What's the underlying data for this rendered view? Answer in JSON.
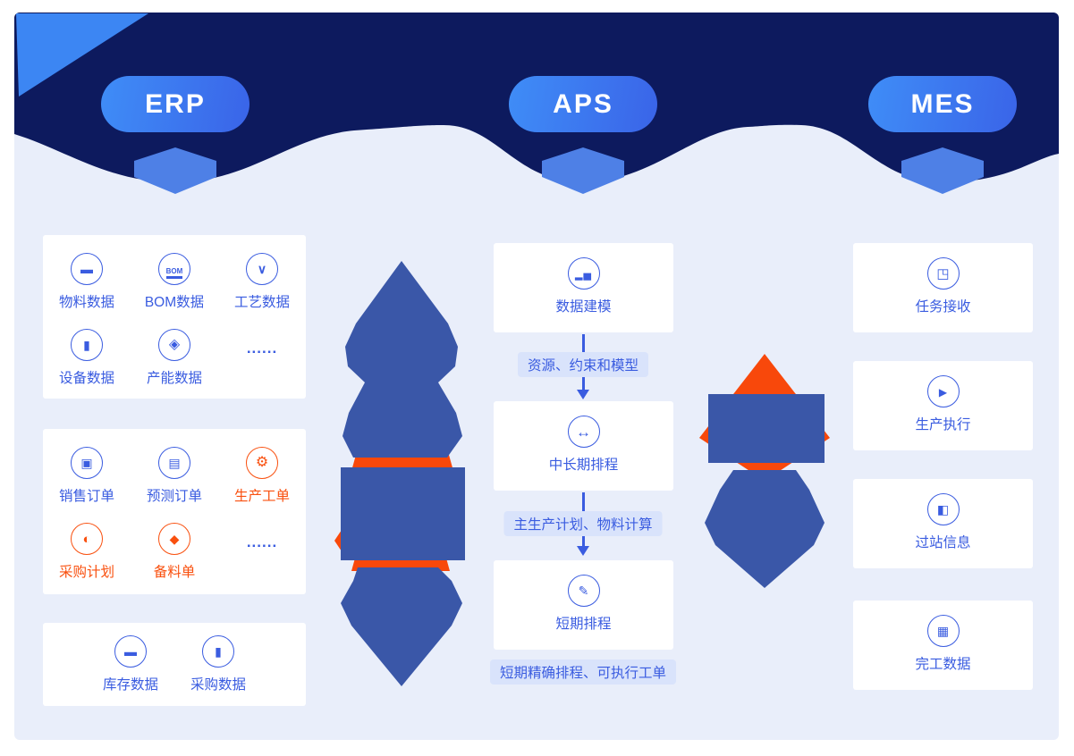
{
  "header": {
    "pills": [
      {
        "label": "ERP"
      },
      {
        "label": "APS"
      },
      {
        "label": "MES"
      }
    ]
  },
  "erp": {
    "cards": [
      {
        "items": [
          {
            "label": "物料数据",
            "icon": "material-data-icon",
            "color": "blue"
          },
          {
            "label": "BOM数据",
            "icon": "bom-data-icon",
            "color": "blue"
          },
          {
            "label": "工艺数据",
            "icon": "process-data-icon",
            "color": "blue"
          },
          {
            "label": "设备数据",
            "icon": "equipment-data-icon",
            "color": "blue"
          },
          {
            "label": "产能数据",
            "icon": "capacity-data-icon",
            "color": "blue"
          },
          {
            "label": "......",
            "icon": "ellipsis",
            "color": "blue"
          }
        ]
      },
      {
        "items": [
          {
            "label": "销售订单",
            "icon": "sales-order-icon",
            "color": "blue"
          },
          {
            "label": "预测订单",
            "icon": "forecast-order-icon",
            "color": "blue"
          },
          {
            "label": "生产工单",
            "icon": "production-workorder-icon",
            "color": "orange"
          },
          {
            "label": "采购计划",
            "icon": "purchase-plan-icon",
            "color": "orange"
          },
          {
            "label": "备料单",
            "icon": "material-prep-icon",
            "color": "orange"
          },
          {
            "label": "......",
            "icon": "ellipsis",
            "color": "blue"
          }
        ]
      },
      {
        "items": [
          {
            "label": "库存数据",
            "icon": "inventory-data-icon",
            "color": "blue"
          },
          {
            "label": "采购数据",
            "icon": "procurement-data-icon",
            "color": "blue"
          }
        ]
      }
    ]
  },
  "aps": {
    "steps": [
      {
        "label": "数据建模",
        "icon": "data-modeling-icon"
      },
      {
        "label": "中长期排程",
        "icon": "midterm-scheduling-icon"
      },
      {
        "label": "短期排程",
        "icon": "shortterm-scheduling-icon"
      }
    ],
    "flow_labels": [
      "资源、约束和模型",
      "主生产计划、物料计算",
      "短期精确排程、可执行工单"
    ]
  },
  "mes": {
    "steps": [
      {
        "label": "任务接收",
        "icon": "task-receive-icon"
      },
      {
        "label": "生产执行",
        "icon": "production-exec-icon"
      },
      {
        "label": "过站信息",
        "icon": "station-info-icon"
      },
      {
        "label": "完工数据",
        "icon": "completion-data-icon"
      }
    ]
  },
  "colors": {
    "panel_bg": "#E9EEFA",
    "header_navy": "#0D1A5E",
    "header_triangle_blue": "#3C86F3",
    "pill_gradient_start": "#3F8DF7",
    "pill_gradient_end": "#3A64E8",
    "accent_blue": "#3A5CE0",
    "accent_orange": "#F9500F",
    "down_chevron_blue": "#4E80E6",
    "flow_label_bg": "#D9E3FB",
    "mid_shape_blue": "#3A57A8",
    "mid_shape_orange": "#F8480B",
    "card_bg": "#FFFFFF"
  }
}
